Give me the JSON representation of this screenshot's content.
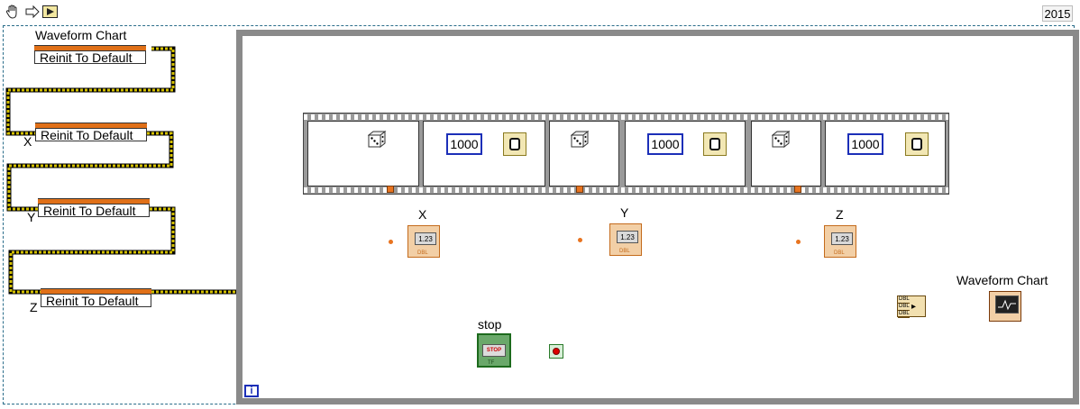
{
  "toolbar": {
    "icons": [
      "hand-icon",
      "arrow-icon",
      "run-icon"
    ],
    "version": "2015"
  },
  "invoke_nodes": [
    {
      "owner": "Waveform Chart",
      "method": "Reinit To Default"
    },
    {
      "owner": "X",
      "method": "Reinit To Default"
    },
    {
      "owner": "Y",
      "method": "Reinit To Default"
    },
    {
      "owner": "Z",
      "method": "Reinit To Default"
    }
  ],
  "sequence_frames": {
    "random_icon": "dice-icon",
    "wait_constants": [
      "1000",
      "1000",
      "1000"
    ],
    "wait_icon": "stopwatch-icon"
  },
  "indicators": [
    {
      "label": "X",
      "display": "1.23",
      "type": "DBL"
    },
    {
      "label": "Y",
      "display": "1.23",
      "type": "DBL"
    },
    {
      "label": "Z",
      "display": "1.23",
      "type": "DBL"
    }
  ],
  "bundle": {
    "inputs": [
      "DBL",
      "DBL",
      "DBL"
    ]
  },
  "chart_terminal": {
    "label": "Waveform Chart"
  },
  "stop": {
    "label": "stop",
    "button_text": "STOP",
    "tf": "TF"
  },
  "loop": {
    "iteration_label": "i"
  },
  "colors": {
    "double_wire": "#e87420",
    "refnum_wire": "#c8b400",
    "loop_border": "#8a8a8a",
    "constant_border": "#1c2fb8",
    "boolean_wire": "#2a7a2a"
  }
}
